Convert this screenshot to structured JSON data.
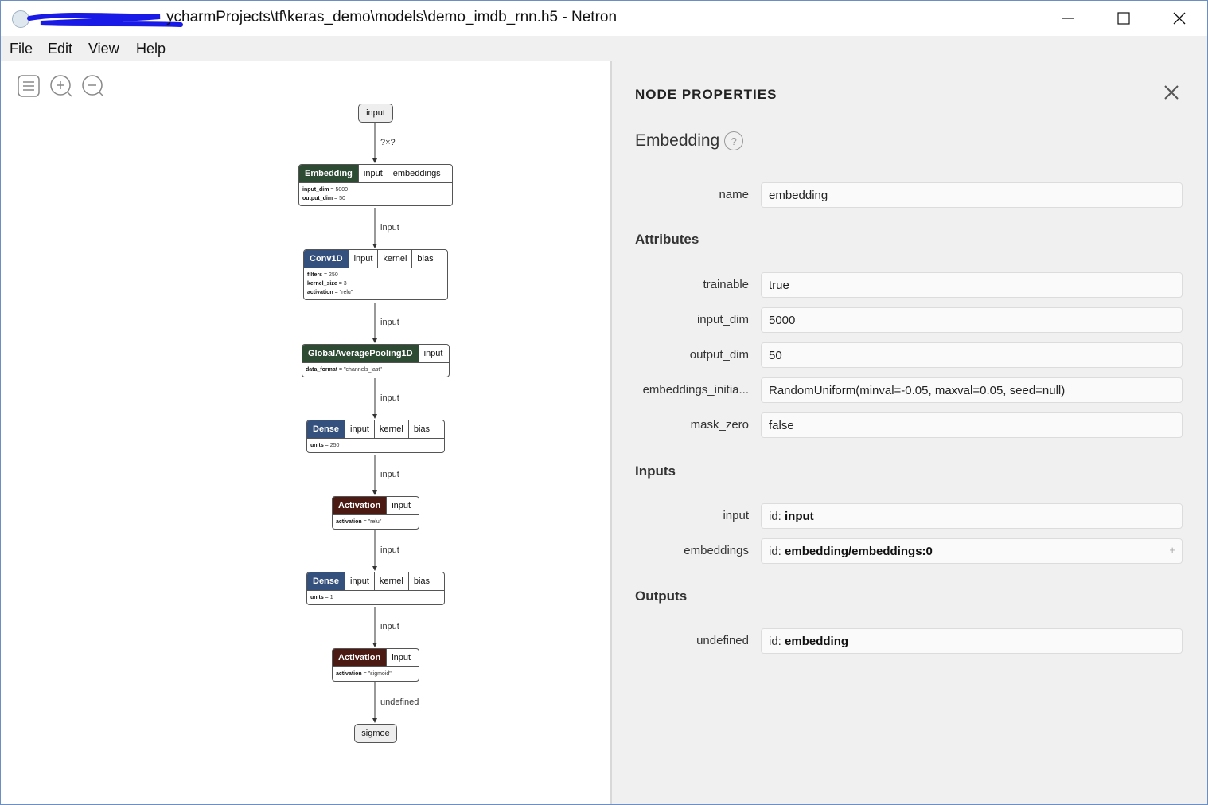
{
  "window": {
    "title": "ycharmProjects\\tf\\keras_demo\\models\\demo_imdb_rnn.h5 - Netron",
    "controls": {
      "minimize": "minimize-icon",
      "maximize": "maximize-icon",
      "close": "close-icon"
    }
  },
  "menu": [
    "File",
    "Edit",
    "View",
    "Help"
  ],
  "toolbar": {
    "icons": [
      "sidebar-menu-icon",
      "zoom-in-icon",
      "zoom-out-icon"
    ]
  },
  "graph": {
    "input_node": "input",
    "output_node": "sigmoe",
    "edges": [
      "?×?",
      "input",
      "input",
      "input",
      "input",
      "input",
      "input",
      "undefined"
    ],
    "nodes": [
      {
        "op": "Embedding",
        "ports": [
          "input",
          "embeddings"
        ],
        "attrs": [
          [
            "input_dim",
            "5000"
          ],
          [
            "output_dim",
            "50"
          ]
        ],
        "color": "#2d4a33"
      },
      {
        "op": "Conv1D",
        "ports": [
          "input",
          "kernel",
          "bias"
        ],
        "attrs": [
          [
            "filters",
            "250"
          ],
          [
            "kernel_size",
            "3"
          ],
          [
            "activation",
            "\"relu\""
          ]
        ],
        "color": "#34507c"
      },
      {
        "op": "GlobalAveragePooling1D",
        "ports": [
          "input"
        ],
        "attrs": [
          [
            "data_format",
            "\"channels_last\""
          ]
        ],
        "color": "#2d4a33"
      },
      {
        "op": "Dense",
        "ports": [
          "input",
          "kernel",
          "bias"
        ],
        "attrs": [
          [
            "units",
            "250"
          ]
        ],
        "color": "#34507c"
      },
      {
        "op": "Activation",
        "ports": [
          "input"
        ],
        "attrs": [
          [
            "activation",
            "\"relu\""
          ]
        ],
        "color": "#4b1a12"
      },
      {
        "op": "Dense",
        "ports": [
          "input",
          "kernel",
          "bias"
        ],
        "attrs": [
          [
            "units",
            "1"
          ]
        ],
        "color": "#34507c"
      },
      {
        "op": "Activation",
        "ports": [
          "input"
        ],
        "attrs": [
          [
            "activation",
            "\"sigmoid\""
          ]
        ],
        "color": "#4b1a12"
      }
    ]
  },
  "panel": {
    "title": "NODE PROPERTIES",
    "node_type": "Embedding",
    "help_glyph": "?",
    "name_label": "name",
    "name_value": "embedding",
    "attributes_header": "Attributes",
    "attributes": [
      {
        "label": "trainable",
        "value": "true"
      },
      {
        "label": "input_dim",
        "value": "5000"
      },
      {
        "label": "output_dim",
        "value": "50"
      },
      {
        "label": "embeddings_initia...",
        "value": "RandomUniform(minval=-0.05, maxval=0.05, seed=null)"
      },
      {
        "label": "mask_zero",
        "value": "false"
      }
    ],
    "inputs_header": "Inputs",
    "inputs": [
      {
        "label": "input",
        "id_prefix": "id: ",
        "id": "input",
        "expandable": false
      },
      {
        "label": "embeddings",
        "id_prefix": "id: ",
        "id": "embedding/embeddings:0",
        "expandable": true,
        "expand_glyph": "+"
      }
    ],
    "outputs_header": "Outputs",
    "outputs": [
      {
        "label": "undefined",
        "id_prefix": "id: ",
        "id": "embedding"
      }
    ]
  }
}
